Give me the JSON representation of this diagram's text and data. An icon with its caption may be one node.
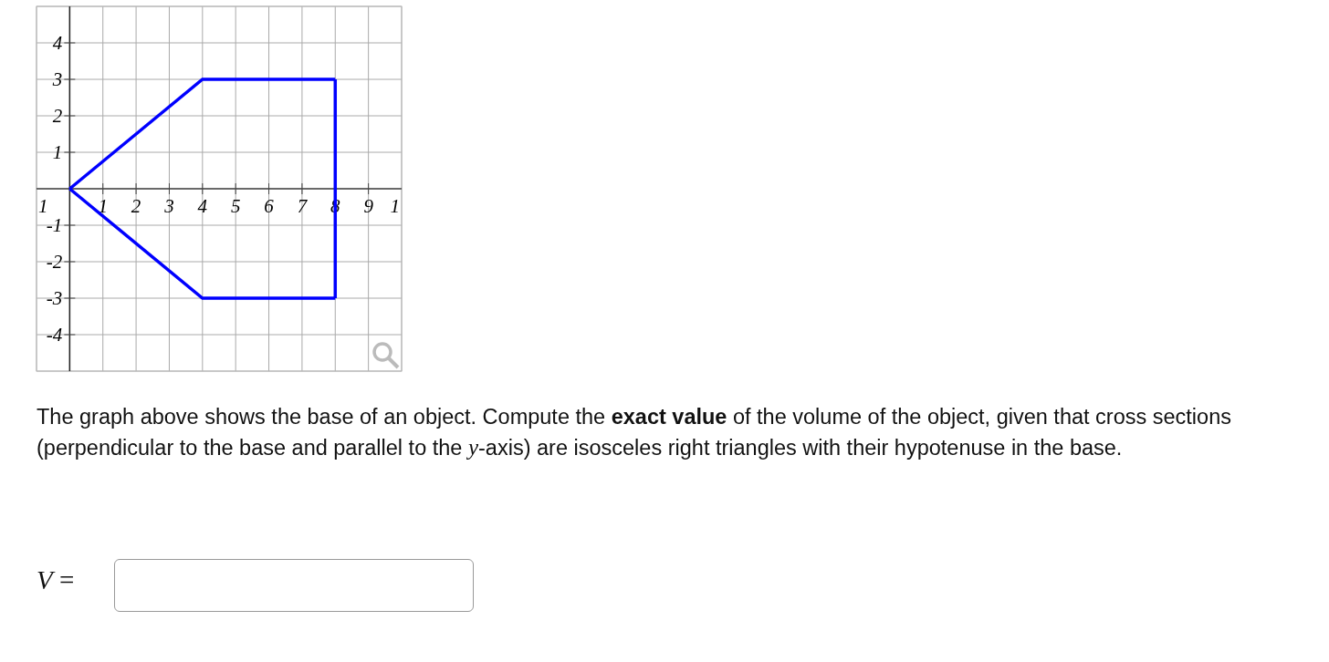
{
  "diagram": {
    "chart_data": {
      "type": "line",
      "x": [
        0,
        4,
        8
      ],
      "series": [
        {
          "color": "#0000ff",
          "values": [
            0,
            3,
            3
          ]
        },
        {
          "color": "#0000ff",
          "values": [
            0,
            -3,
            -3
          ]
        }
      ],
      "ref_lines": [
        {
          "axis": "x",
          "value": 8,
          "color": "#0000ff"
        }
      ],
      "grid": true,
      "xlim": [
        -1,
        10
      ],
      "ylim": [
        -5,
        5
      ],
      "xticks": [
        1,
        2,
        3,
        4,
        5,
        6,
        7,
        8,
        9
      ],
      "yticks": [
        -4,
        -3,
        -2,
        -1,
        1,
        2,
        3,
        4
      ]
    },
    "labels": [
      "1",
      "1",
      "The graph above shows the base of an object. Compute the **exact value** of the volume of the object, given that cross sections (perpendicular to the base and parallel to the *y*-axis) are isosceles right triangles with their hypotenuse in the base.",
      "*V* ="
    ]
  }
}
